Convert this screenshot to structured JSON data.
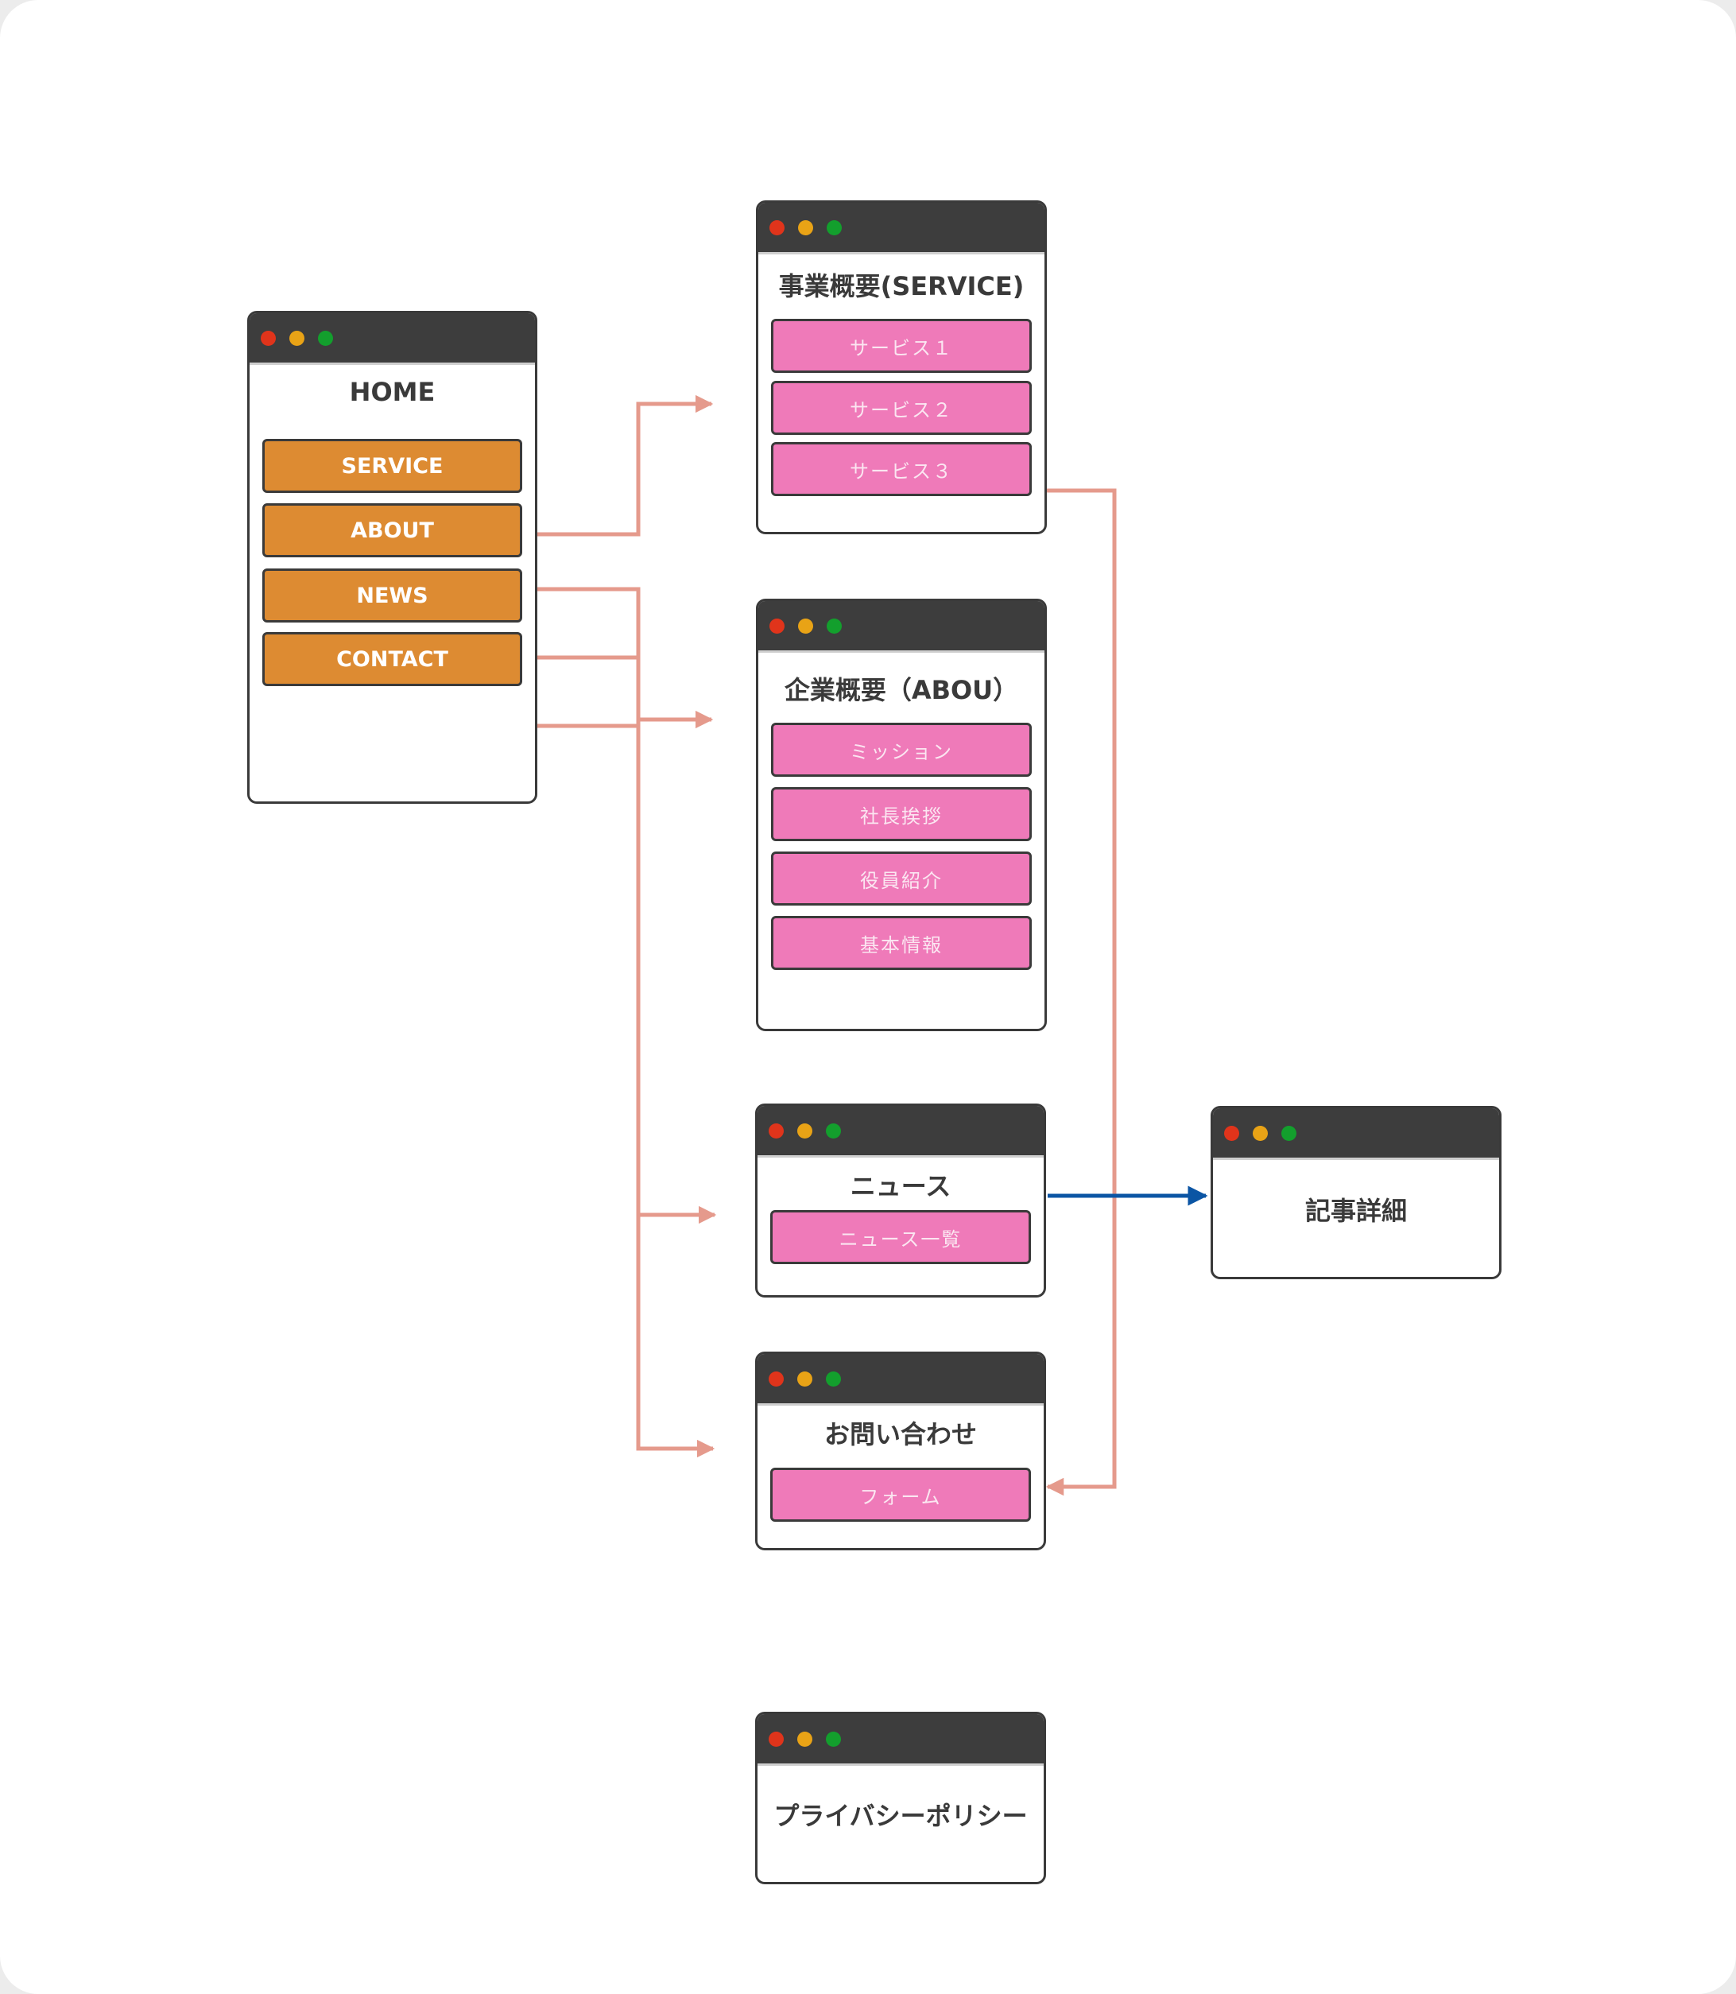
{
  "colors": {
    "window_border": "#3a3a3a",
    "title_bar": "#3d3d3d",
    "nav_button": "#dd8b32",
    "page_button": "#ef7ab9",
    "connector": "#e59a8c",
    "connector_news": "#0b55a4"
  },
  "home": {
    "title": "HOME",
    "buttons": [
      "SERVICE",
      "ABOUT",
      "NEWS",
      "CONTACT"
    ]
  },
  "service": {
    "title": "事業概要(SERVICE)",
    "items": [
      "サービス１",
      "サービス２",
      "サービス３"
    ]
  },
  "about": {
    "title": "企業概要（ABOU）",
    "items": [
      "ミッション",
      "社長挨拶",
      "役員紹介",
      "基本情報"
    ]
  },
  "news": {
    "title": "ニュース",
    "items": [
      "ニュース一覧"
    ]
  },
  "article": {
    "title": "記事詳細"
  },
  "contact": {
    "title": "お問い合わせ",
    "items": [
      "フォーム"
    ]
  },
  "privacy": {
    "title": "プライバシーポリシー"
  }
}
